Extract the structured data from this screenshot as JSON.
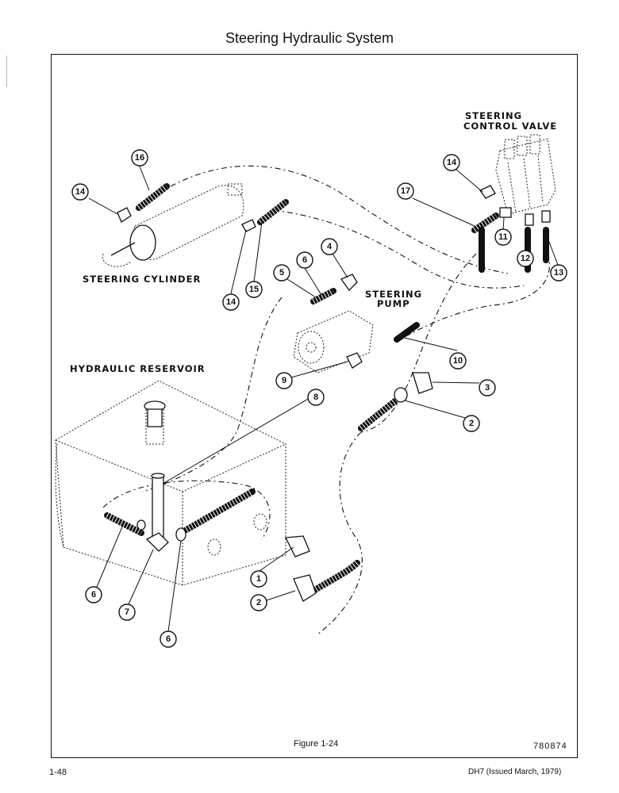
{
  "page": {
    "title": "Steering Hydraulic System",
    "figure_caption": "Figure 1-24",
    "figure_code": "780874",
    "page_number": "1-48",
    "doc_ref": "DH7 (Issued March, 1979)"
  },
  "labels": {
    "control_valve_1": "STEERING",
    "control_valve_2": "CONTROL VALVE",
    "cylinder": "STEERING CYLINDER",
    "pump_1": "STEERING",
    "pump_2": "PUMP",
    "reservoir": "HYDRAULIC RESERVOIR"
  },
  "callouts": {
    "c1": "1",
    "c2a": "2",
    "c2b": "2",
    "c3": "3",
    "c4": "4",
    "c5": "5",
    "c6a": "6",
    "c6b": "6",
    "c6c": "6",
    "c7": "7",
    "c8": "8",
    "c9": "9",
    "c10": "10",
    "c11": "11",
    "c12": "12",
    "c13": "13",
    "c14a": "14",
    "c14b": "14",
    "c14c": "14",
    "c15": "15",
    "c16": "16",
    "c17": "17"
  }
}
